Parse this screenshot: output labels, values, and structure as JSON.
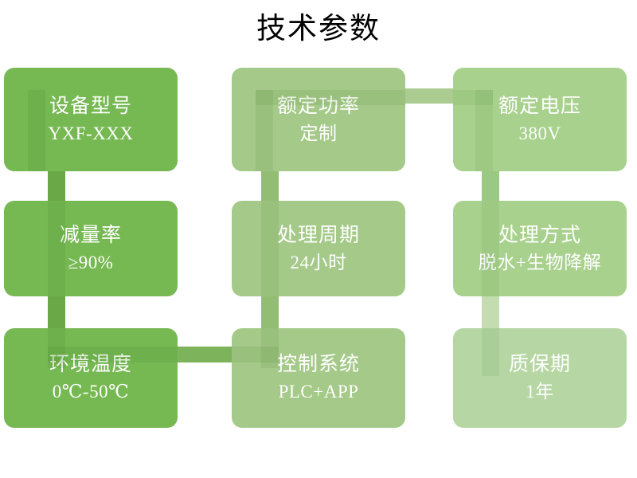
{
  "slide": {
    "title": "技术参数",
    "background": "#ffffff"
  },
  "palette": {
    "column1": "#76b852",
    "column2": "#a4c988",
    "column3": "#a8d18d",
    "column3_pale": "#b6d7a3",
    "title_color": "#000000",
    "card_text_color": "#ffffff"
  },
  "cards": [
    {
      "label": "设备型号",
      "value": "YXF-XXX"
    },
    {
      "label": "额定功率",
      "value": "定制"
    },
    {
      "label": "额定电压",
      "value": "380V"
    },
    {
      "label": "减量率",
      "value": "≥90%"
    },
    {
      "label": "处理周期",
      "value": "24小时"
    },
    {
      "label": "处理方式",
      "value": "脱水+生物降解"
    },
    {
      "label": "环境温度",
      "value": "0℃-50℃"
    },
    {
      "label": "控制系统",
      "value": "PLC+APP"
    },
    {
      "label": "质保期",
      "value": "1年"
    }
  ]
}
